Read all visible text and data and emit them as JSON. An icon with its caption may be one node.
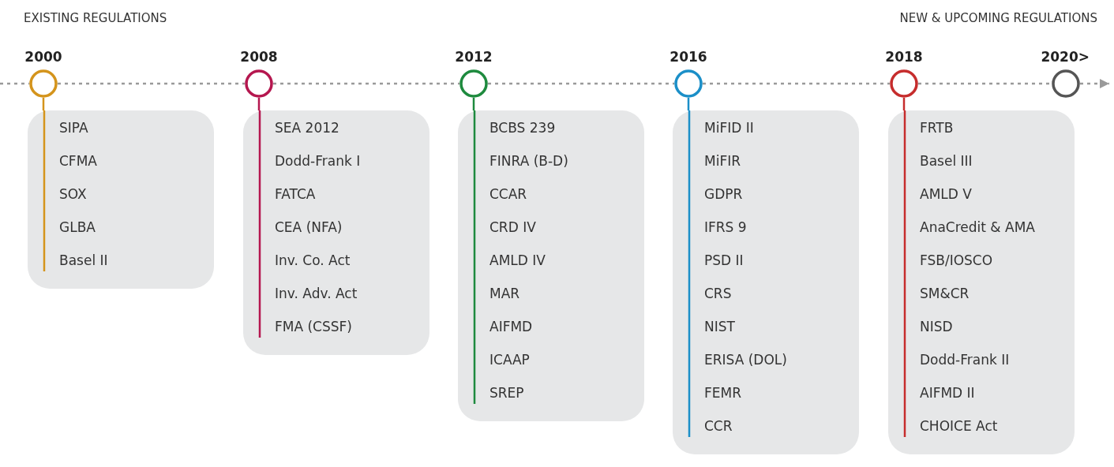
{
  "diagram": {
    "nodes": [
      {
        "text": [
          "2000"
        ]
      },
      {
        "text": [
          "2008"
        ]
      },
      {
        "text": [
          "2012"
        ]
      },
      {
        "text": [
          "2016"
        ]
      },
      {
        "text": [
          "2018"
        ]
      },
      {
        "text": [
          "2020>"
        ]
      },
      {
        "text": [
          "SIPA",
          "CFMA",
          "SOX",
          "GLBA",
          "Basel II"
        ]
      },
      {
        "text": [
          "SEA 2012",
          "Dodd-Frank I",
          "FATCA",
          "CEA (NFA)",
          "Inv. Co. Act",
          "Inv. Adv. Act",
          "FMA (CSSF)"
        ]
      },
      {
        "text": [
          "BCBS 239",
          "FINRA (B-D)",
          "CCAR",
          "CRD IV",
          "AMLD IV",
          "MAR",
          "AIFMD",
          "ICAAP",
          "SREP"
        ]
      },
      {
        "text": [
          "MiFID II",
          "MiFIR",
          "GDPR",
          "IFRS 9",
          "PSD II",
          "CRS",
          "NIST",
          "ERISA (DOL)",
          "FEMR",
          "CCR"
        ]
      },
      {
        "text": [
          "FRTB",
          "Basel III",
          "AMLD V",
          "AnaCredit & AMA",
          "FSB/IOSCO",
          "SM&CR",
          "NISD",
          "Dodd-Frank II",
          "AIFMD II",
          "CHOICE Act"
        ]
      }
    ],
    "edges": [
      {
        "from": null,
        "to": 0,
        "arrow": "none",
        "style": "dashed",
        "color": "#9a9a9a"
      },
      {
        "from": 0,
        "to": 1,
        "arrow": "none",
        "style": "dashed",
        "color": "#9a9a9a"
      },
      {
        "from": 1,
        "to": 2,
        "arrow": "none",
        "style": "dashed",
        "color": "#9a9a9a"
      },
      {
        "from": 2,
        "to": 3,
        "arrow": "none",
        "style": "dashed",
        "color": "#9a9a9a"
      },
      {
        "from": 3,
        "to": 4,
        "arrow": "none",
        "style": "dashed",
        "color": "#9a9a9a"
      },
      {
        "from": 4,
        "to": 5,
        "arrow": "none",
        "style": "dashed",
        "color": "#9a9a9a"
      },
      {
        "from": 5,
        "to": null,
        "arrow": "to",
        "style": "dashed",
        "color": "#9a9a9a"
      },
      {
        "from": 0,
        "to": 6,
        "arrow": "none",
        "color": "#d4941c"
      },
      {
        "from": 1,
        "to": 7,
        "arrow": "none",
        "color": "#b5174f"
      },
      {
        "from": 2,
        "to": 8,
        "arrow": "none",
        "color": "#1e8a3e"
      },
      {
        "from": 3,
        "to": 9,
        "arrow": "none",
        "color": "#1b8fc8"
      },
      {
        "from": 4,
        "to": 10,
        "arrow": "none",
        "color": "#c62d2d"
      }
    ],
    "labels": [
      "EXISTING REGULATIONS",
      "NEW & UPCOMING REGULATIONS"
    ]
  }
}
